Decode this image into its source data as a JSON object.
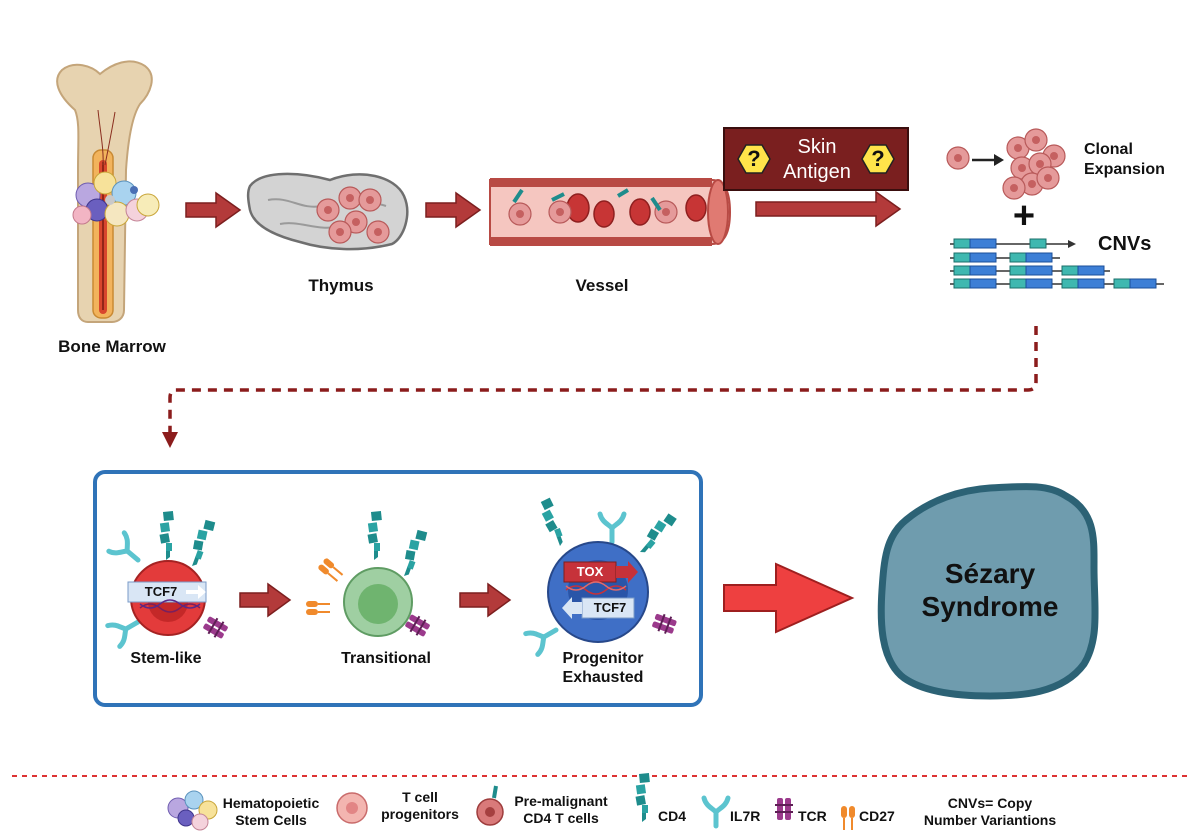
{
  "stages": {
    "bone_marrow": "Bone Marrow",
    "thymus": "Thymus",
    "vessel": "Vessel",
    "skin_antigen_line1": "Skin",
    "skin_antigen_line2": "Antigen",
    "unknown_mark": "?",
    "clonal_expansion_line1": "Clonal",
    "clonal_expansion_line2": "Expansion",
    "plus": "+",
    "cnvs": "CNVs"
  },
  "cell_states": {
    "stem_like": "Stem-like",
    "stem_like_gene": "TCF7",
    "transitional": "Transitional",
    "progenitor_line1": "Progenitor",
    "progenitor_line2": "Exhausted",
    "progenitor_gene_1": "TOX",
    "progenitor_gene_2": "TCF7"
  },
  "outcome": {
    "line1": "Sézary",
    "line2": "Syndrome"
  },
  "legend": {
    "hsc_line1": "Hematopoietic",
    "hsc_line2": "Stem Cells",
    "tcp_line1": "T cell",
    "tcp_line2": "progenitors",
    "pm_line1": "Pre-malignant",
    "pm_line2": "CD4 T cells",
    "cd4": "CD4",
    "il7r": "IL7R",
    "tcr": "TCR",
    "cd27": "CD27",
    "cnv_line1": "CNVs= Copy",
    "cnv_line2": "Number Variantions"
  },
  "colors": {
    "arrow_red": "#b33a3a",
    "dark_red": "#8b1c1c",
    "panel_border": "#2f73b8",
    "sezary_fill": "#6f9cae",
    "sezary_stroke": "#2c6275",
    "stem_cell": "#e33b3b",
    "transitional_cell": "#9fcfa2",
    "exhausted_cell": "#3f6fc6",
    "cd4_teal": "#1e8c8c",
    "il7r_cyan": "#5cc4cf",
    "tcr_purple": "#9b3a8c",
    "cd27_orange": "#f08a2c",
    "vessel_pink": "#f3b8b2",
    "rbc_red": "#c73535"
  }
}
